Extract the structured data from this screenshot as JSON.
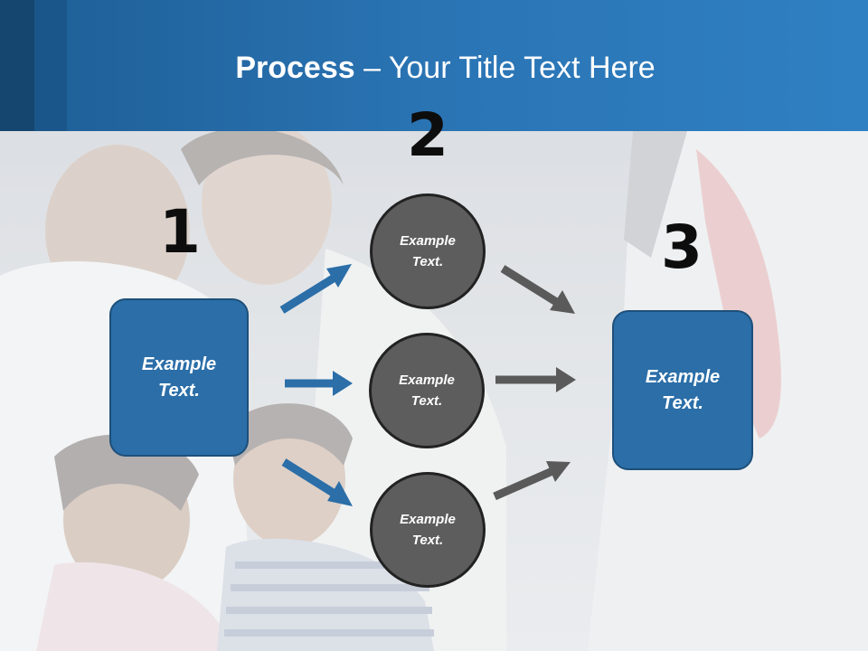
{
  "title": {
    "bold": "Process",
    "rest": " – Your Title Text Here"
  },
  "steps": {
    "one": "1",
    "two": "2",
    "three": "3"
  },
  "box_left": {
    "line1": "Example",
    "line2": "Text."
  },
  "box_right": {
    "line1": "Example",
    "line2": "Text."
  },
  "circles": [
    {
      "line1": "Example",
      "line2": "Text."
    },
    {
      "line1": "Example",
      "line2": "Text."
    },
    {
      "line1": "Example",
      "line2": "Text."
    }
  ],
  "colors": {
    "header_blue": "#2a74b4",
    "box_blue": "#2b6ea8",
    "circle_gray": "#5d5d5d",
    "arrow_blue": "#2b6ea8",
    "arrow_gray": "#5a5a5a"
  }
}
